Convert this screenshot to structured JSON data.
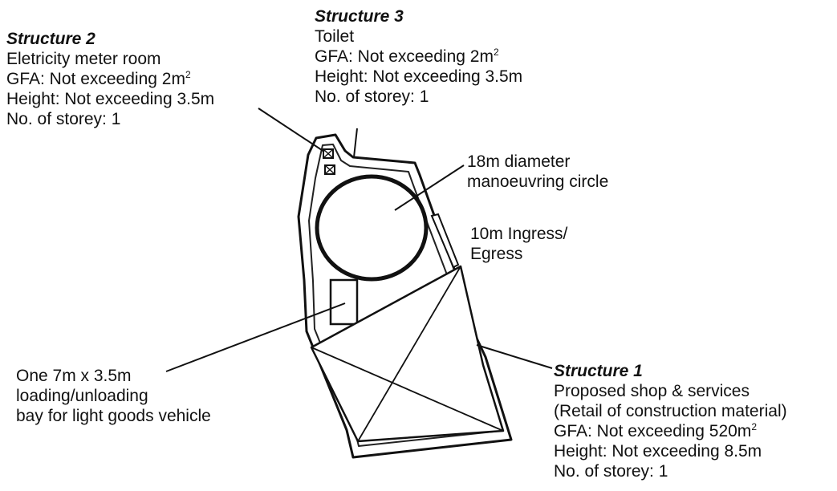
{
  "structure2": {
    "title": "Structure 2",
    "line1": "Eletricity meter room",
    "gfa": "GFA: Not exceeding 2m",
    "gfa_sup": "2",
    "height": "Height: Not exceeding 3.5m",
    "storey": "No. of storey: 1"
  },
  "structure3": {
    "title": "Structure 3",
    "line1": "Toilet",
    "gfa": "GFA: Not exceeding 2m",
    "gfa_sup": "2",
    "height": "Height: Not exceeding 3.5m",
    "storey": "No. of storey: 1"
  },
  "circle_label": {
    "line1": "18m diameter",
    "line2": "manoeuvring circle"
  },
  "ingress_label": {
    "line1": "10m Ingress/",
    "line2": "Egress"
  },
  "loading_label": {
    "line1": "One 7m x 3.5m",
    "line2": "loading/unloading",
    "line3": "bay for light goods vehicle"
  },
  "structure1": {
    "title": "Structure 1",
    "line1": "Proposed shop & services",
    "line2": "(Retail of construction material)",
    "gfa": "GFA: Not exceeding 520m",
    "gfa_sup": "2",
    "height": "Height: Not exceeding 8.5m",
    "storey": "No. of storey: 1"
  }
}
